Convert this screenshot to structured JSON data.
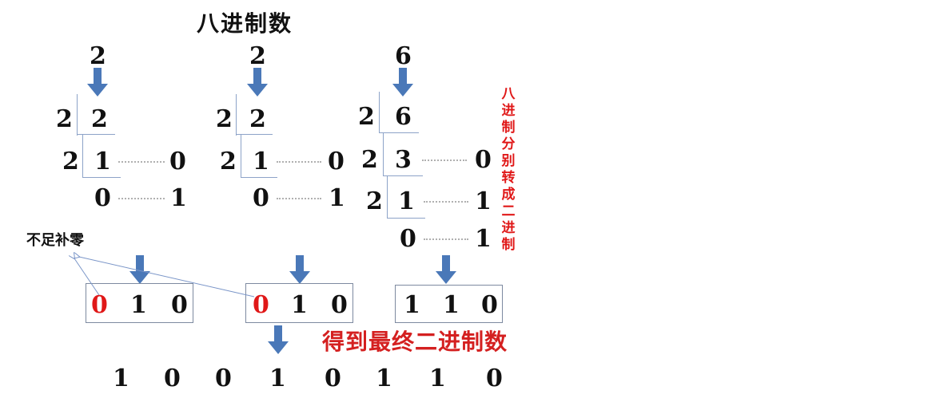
{
  "title": "八进制数",
  "octal_digits": [
    "2",
    "2",
    "6"
  ],
  "side_label": "八进制分别转成二进制",
  "pad_note": "不足补零",
  "result_label": "得到最终二进制数",
  "colors": {
    "arrow": "#4a78b8",
    "red_text": "#e01818",
    "box_border": "#7d8aa0"
  },
  "divisions": [
    {
      "octal": "2",
      "steps": [
        {
          "divisor": "2",
          "dividend": "2",
          "remainder": ""
        },
        {
          "divisor": "2",
          "dividend": "1",
          "remainder": "0"
        },
        {
          "divisor": "",
          "dividend": "0",
          "remainder": "1"
        }
      ]
    },
    {
      "octal": "2",
      "steps": [
        {
          "divisor": "2",
          "dividend": "2",
          "remainder": ""
        },
        {
          "divisor": "2",
          "dividend": "1",
          "remainder": "0"
        },
        {
          "divisor": "",
          "dividend": "0",
          "remainder": "1"
        }
      ]
    },
    {
      "octal": "6",
      "steps": [
        {
          "divisor": "2",
          "dividend": "6",
          "remainder": ""
        },
        {
          "divisor": "2",
          "dividend": "3",
          "remainder": "0"
        },
        {
          "divisor": "2",
          "dividend": "1",
          "remainder": "1"
        },
        {
          "divisor": "",
          "dividend": "0",
          "remainder": "1"
        }
      ]
    }
  ],
  "binary_groups": [
    {
      "bits": [
        "0",
        "1",
        "0"
      ],
      "padded_bits": [
        0
      ]
    },
    {
      "bits": [
        "0",
        "1",
        "0"
      ],
      "padded_bits": [
        0
      ]
    },
    {
      "bits": [
        "1",
        "1",
        "0"
      ],
      "padded_bits": []
    }
  ],
  "final_binary": [
    "1",
    "0",
    "0",
    "1",
    "0",
    "1",
    "1",
    "0"
  ]
}
